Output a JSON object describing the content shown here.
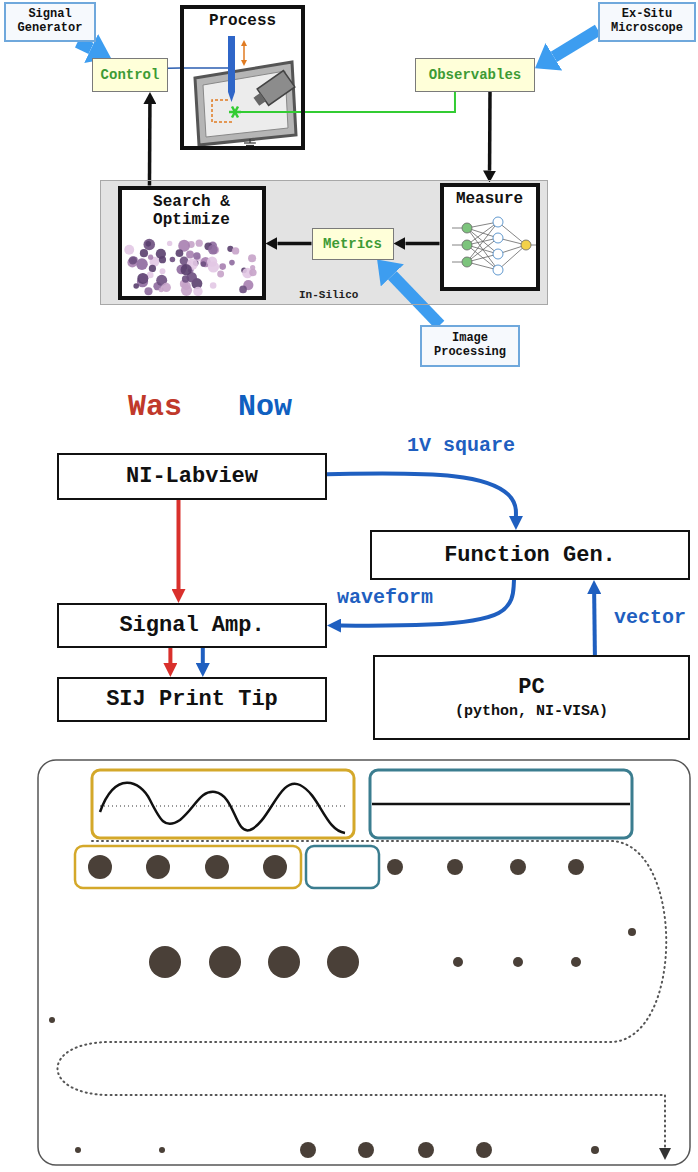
{
  "diagram": {
    "nodes": [
      {
        "text": [
          "Signal Generator"
        ]
      },
      {
        "text": [
          "Process"
        ]
      },
      {
        "text": [
          "Ex-Situ Microscope"
        ]
      },
      {
        "text": [
          "Control"
        ]
      },
      {
        "text": [
          "Observables"
        ]
      },
      {
        "text": [
          "In-Silico"
        ]
      },
      {
        "text": [
          "Search & Optimize"
        ],
        "in": 5
      },
      {
        "text": [
          "Metrics"
        ],
        "in": 5
      },
      {
        "text": [
          "Measure"
        ],
        "in": 5
      },
      {
        "text": [
          "Image Processing"
        ]
      },
      {
        "text": [
          "NI-Labview"
        ]
      },
      {
        "text": [
          "Function Gen."
        ]
      },
      {
        "text": [
          "Signal Amp."
        ]
      },
      {
        "text": [
          "SIJ Print Tip"
        ]
      },
      {
        "text": [
          "PC",
          "(python, NI-VISA)"
        ]
      }
    ],
    "edges": [
      {
        "from": 0,
        "to": 3,
        "arrow": "to"
      },
      {
        "from": 3,
        "to": 1,
        "arrow": "none"
      },
      {
        "from": 1,
        "to": 4,
        "arrow": "none"
      },
      {
        "from": 2,
        "to": 4,
        "arrow": "to"
      },
      {
        "from": 4,
        "to": 8,
        "arrow": "to"
      },
      {
        "from": 8,
        "to": 7,
        "arrow": "to"
      },
      {
        "from": 7,
        "to": 6,
        "arrow": "to"
      },
      {
        "from": 6,
        "to": 3,
        "arrow": "to"
      },
      {
        "from": 9,
        "to": 7,
        "arrow": "to"
      },
      {
        "from": 10,
        "to": 12,
        "arrow": "to"
      },
      {
        "from": 12,
        "to": 13,
        "arrow": "to"
      },
      {
        "from": 10,
        "to": 11,
        "label": "1V square",
        "arrow": "to"
      },
      {
        "from": 11,
        "to": 12,
        "label": "waveform",
        "arrow": "to"
      },
      {
        "from": 14,
        "to": 11,
        "label": "vector",
        "arrow": "to"
      },
      {
        "from": 12,
        "to": 13,
        "arrow": "to"
      }
    ],
    "labels": [
      "Was",
      "Now"
    ]
  }
}
